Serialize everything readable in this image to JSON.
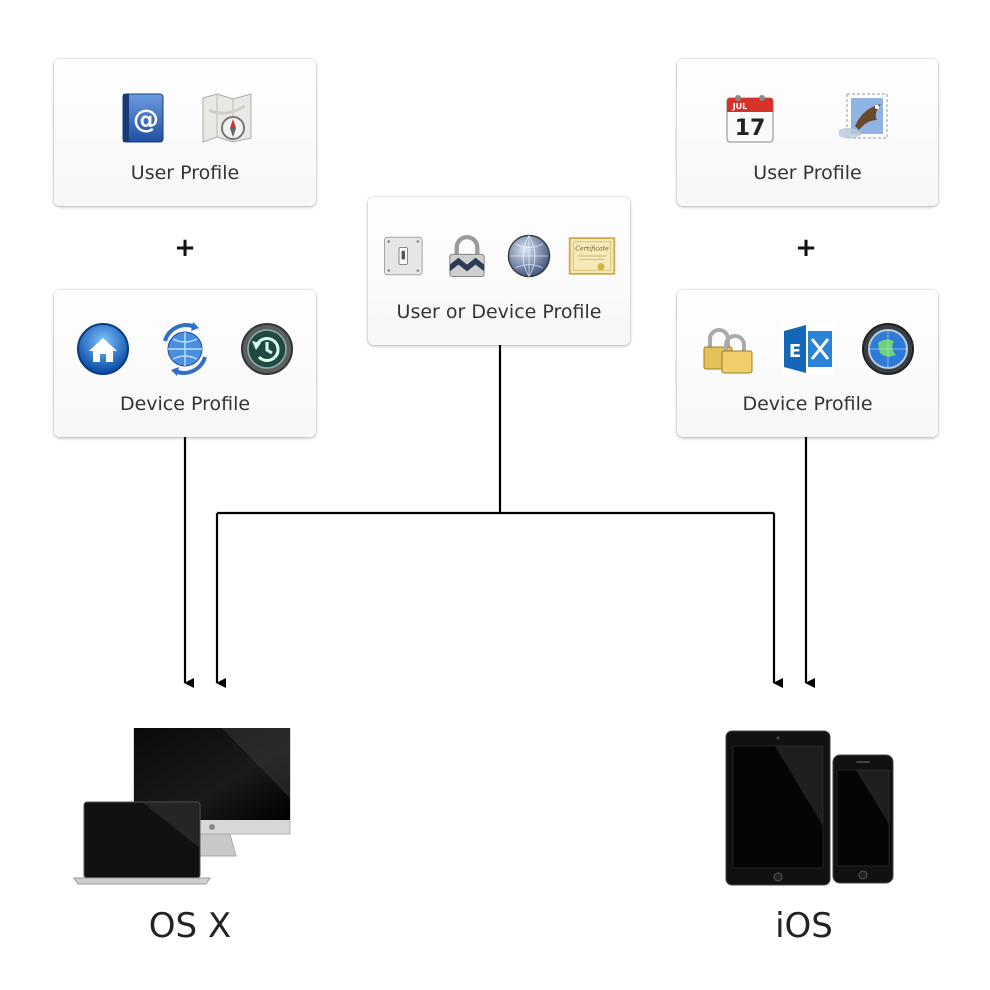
{
  "cards": {
    "osx_user": {
      "label": "User Profile",
      "icons": [
        "address-book-icon",
        "maps-compass-icon"
      ]
    },
    "osx_device": {
      "label": "Device Profile",
      "icons": [
        "home-network-icon",
        "network-sync-icon",
        "time-machine-icon"
      ]
    },
    "shared": {
      "label": "User or Device Profile",
      "icons": [
        "toggle-switch-icon",
        "padlock-icon",
        "network-globe-icon",
        "certificate-icon"
      ]
    },
    "ios_user": {
      "label": "User Profile",
      "icons": [
        "calendar-icon",
        "mail-stamp-icon"
      ]
    },
    "ios_device": {
      "label": "Device Profile",
      "icons": [
        "double-lock-icon",
        "exchange-icon",
        "globe-aperture-icon"
      ]
    }
  },
  "calendar": {
    "month": "JUL",
    "day": "17"
  },
  "certificate": {
    "title": "Certificate"
  },
  "connectors": {
    "plus": "+"
  },
  "platforms": {
    "osx": {
      "label": "OS X",
      "icons": [
        "imac-icon",
        "macbook-icon"
      ]
    },
    "ios": {
      "label": "iOS",
      "icons": [
        "ipad-icon",
        "iphone-icon"
      ]
    }
  },
  "colors": {
    "line": "#000000",
    "card_bg": "#ffffff",
    "text": "#333333"
  }
}
